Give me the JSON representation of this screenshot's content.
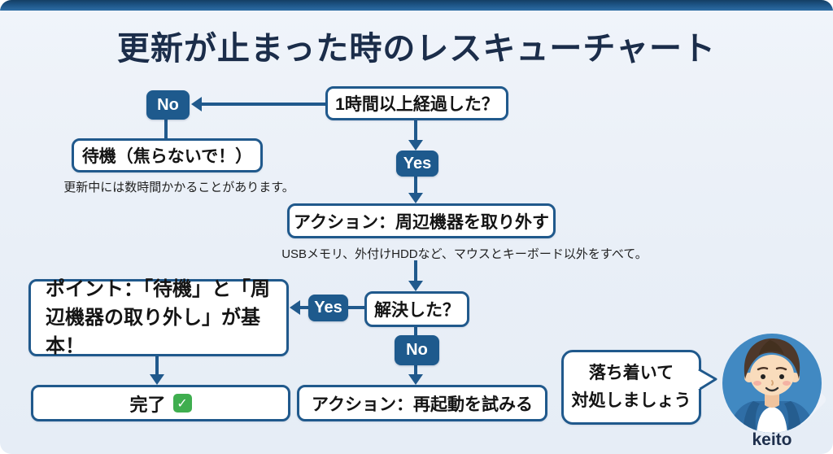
{
  "title": "更新が止まった時のレスキューチャート",
  "flow": {
    "q_elapsed": "1時間以上経過した？",
    "badge_no_top": "No",
    "wait_box": "待機（焦らないで！）",
    "wait_note": "更新中には数時間かかることがあります。",
    "badge_yes_top": "Yes",
    "action_peripherals": "アクション：周辺機器を取り外す",
    "peripherals_note": "USBメモリ、外付けHDDなど、マウスとキーボード以外をすべて。",
    "q_solved": "解決した？",
    "badge_yes_mid": "Yes",
    "badge_no_mid": "No",
    "point_line1": "ポイント：「待機」と「周",
    "point_line2": "辺機器の取り外し」が基本！",
    "done_label": "完了",
    "done_check": "✓",
    "action_restart": "アクション：再起動を試みる"
  },
  "mascot": {
    "bubble_line1": "落ち着いて",
    "bubble_line2": "対処しましょう",
    "name": "keito"
  },
  "colors": {
    "accent_blue": "#20598c",
    "badge_blue": "#1e5a8d",
    "title_navy": "#1b2d4a",
    "check_green": "#3fae4f",
    "background": "#e9eff7",
    "topbar_dark": "#143f63"
  }
}
